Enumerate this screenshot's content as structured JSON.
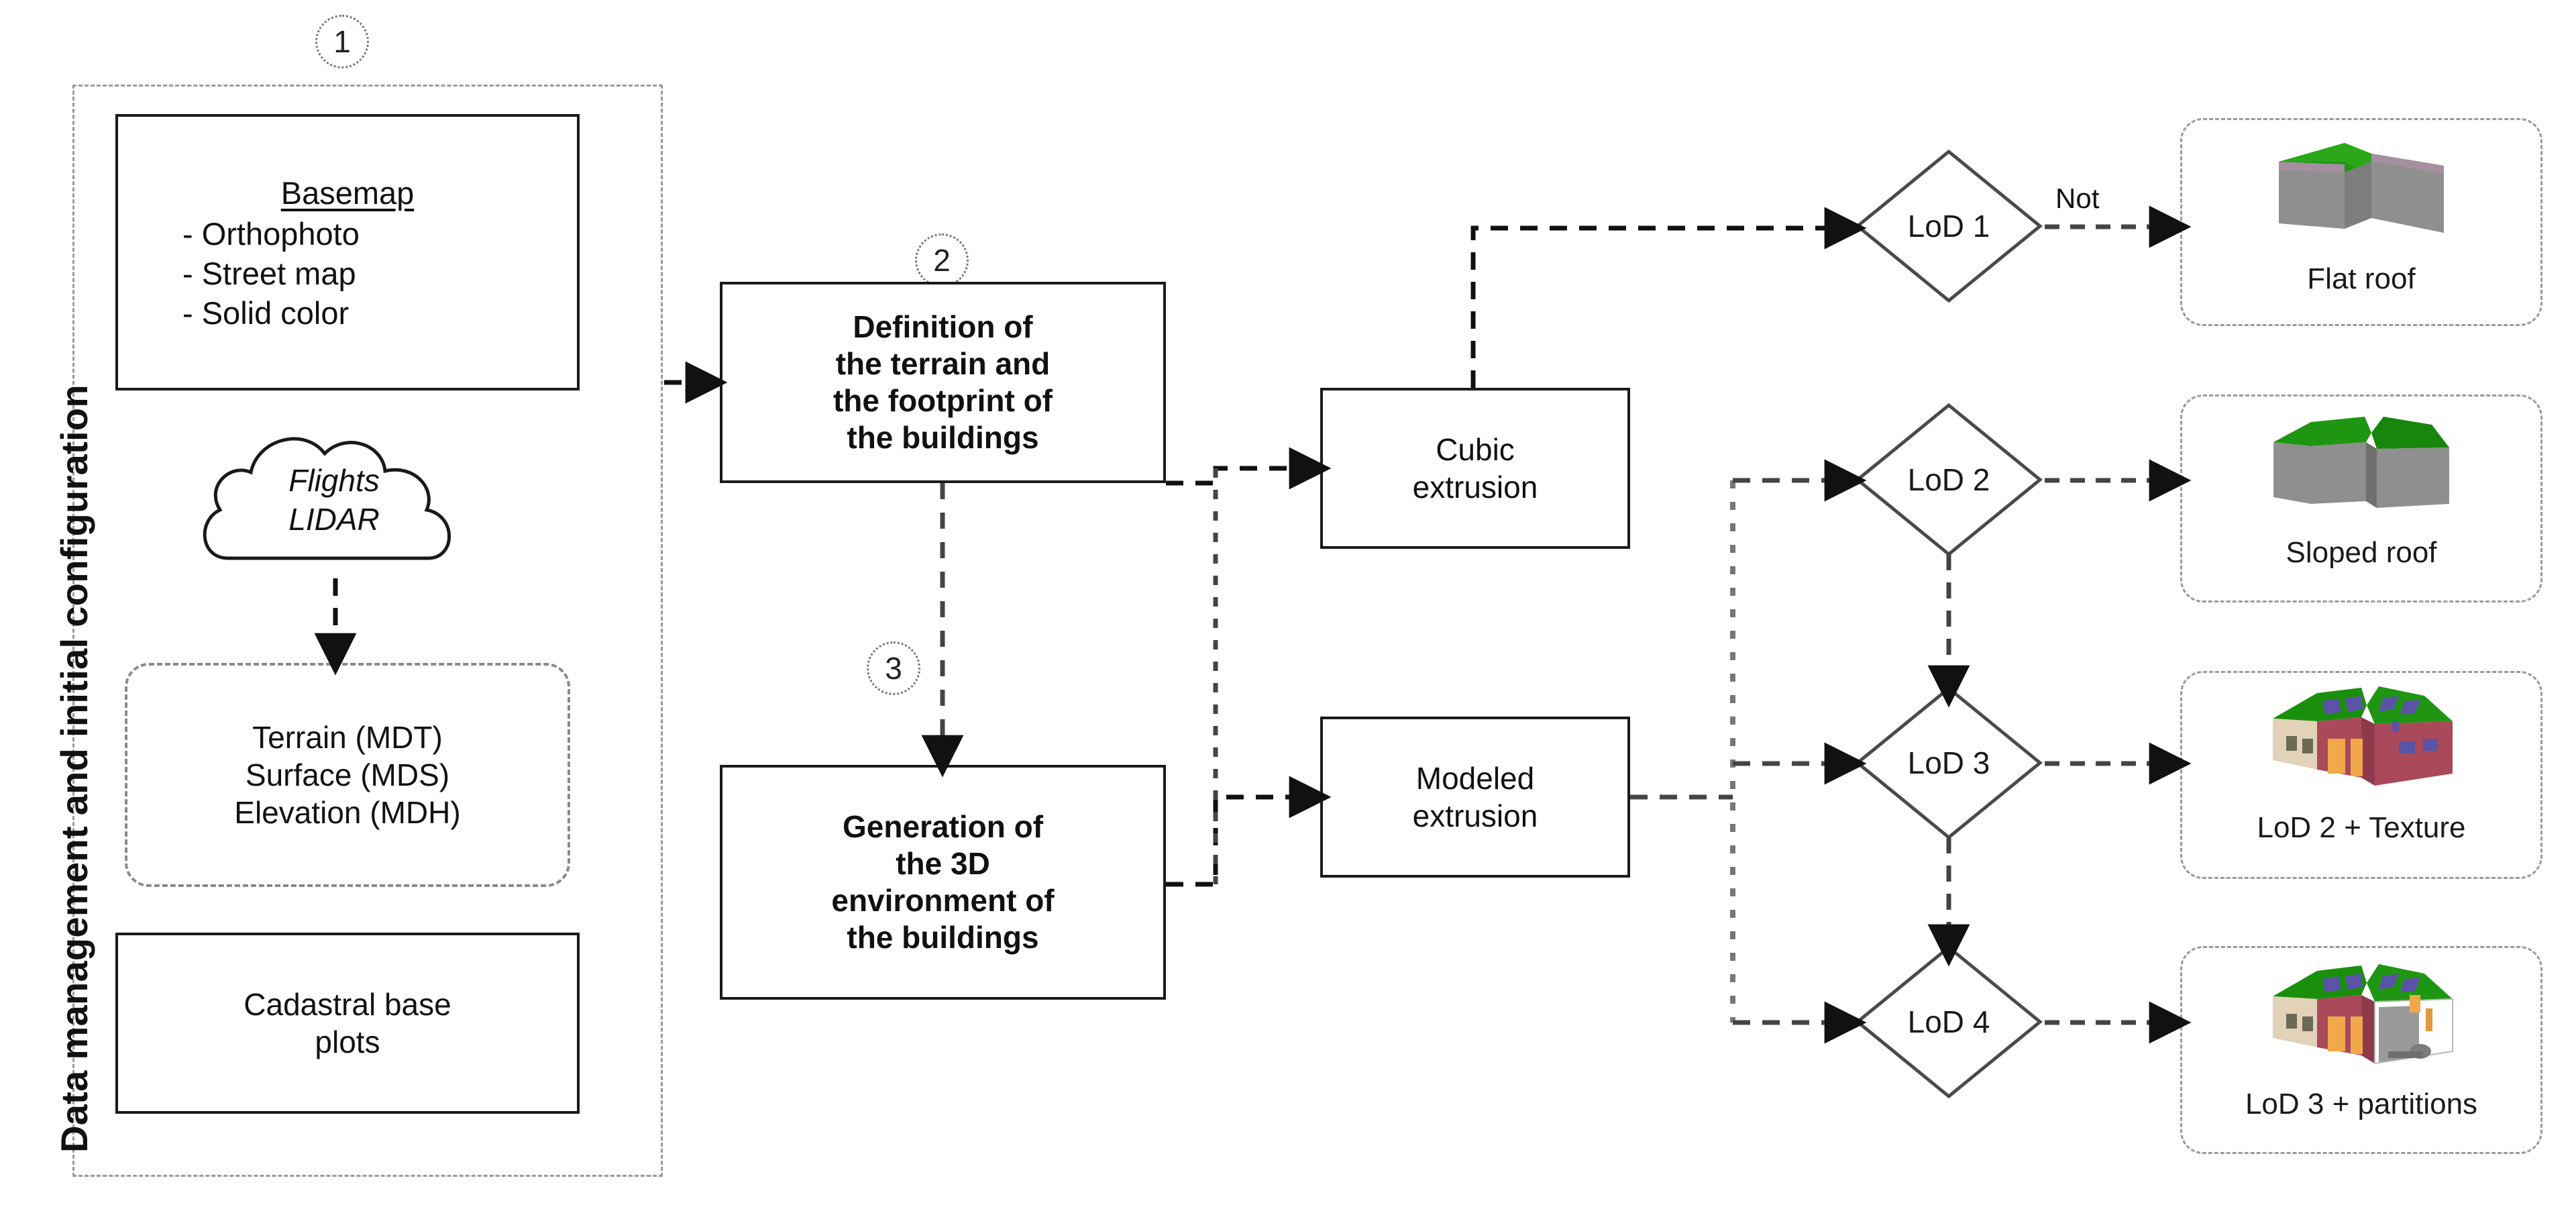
{
  "group": {
    "side_label": "Data management and initial configuration",
    "step_badge": "1"
  },
  "steps": {
    "one": "1",
    "two": "2",
    "three": "3"
  },
  "boxes": {
    "basemap": {
      "title": "Basemap",
      "items": [
        "- Orthophoto",
        "- Street map",
        "- Solid color"
      ]
    },
    "cloud": {
      "line1": "Flights",
      "line2": "LIDAR"
    },
    "models": {
      "line1": "Terrain (MDT)",
      "line2": "Surface (MDS)",
      "line3": "Elevation  (MDH)"
    },
    "cadastral": {
      "line1": "Cadastral base",
      "line2": "plots"
    },
    "definition": {
      "line1": "Definition  of",
      "line2": "the terrain and",
      "line3": "the footprint of",
      "line4": "the buildings"
    },
    "generation": {
      "line1": "Generation  of",
      "line2": "the 3D",
      "line3": "environment of",
      "line4": "the buildings"
    },
    "cubic": {
      "line1": "Cubic",
      "line2": "extrusion"
    },
    "modeled": {
      "line1": "Modeled",
      "line2": "extrusion"
    }
  },
  "decisions": [
    {
      "label": "LoD 1"
    },
    {
      "label": "LoD 2"
    },
    {
      "label": "LoD 3"
    },
    {
      "label": "LoD 4"
    }
  ],
  "edge_labels": {
    "lod1_not": "Not"
  },
  "panels": [
    {
      "caption": "Flat roof",
      "art": "flat-roof-building"
    },
    {
      "caption": "Sloped roof",
      "art": "sloped-roof-building"
    },
    {
      "caption": "LoD 2 + Texture",
      "art": "textured-house"
    },
    {
      "caption": "LoD 3 + partitions",
      "art": "partitioned-house"
    }
  ],
  "colors": {
    "roof_green": "#1f9612",
    "wall_gray": "#8f8f8f",
    "wall_gray_dark": "#6f6f6f",
    "wall_red": "#a9495a",
    "wall_beige": "#e2d2b8",
    "door_orange": "#f0a84a",
    "skylight_blue": "#5b53a8",
    "line_dark": "#1a1a1a",
    "line_gray": "#9a9a9a"
  }
}
